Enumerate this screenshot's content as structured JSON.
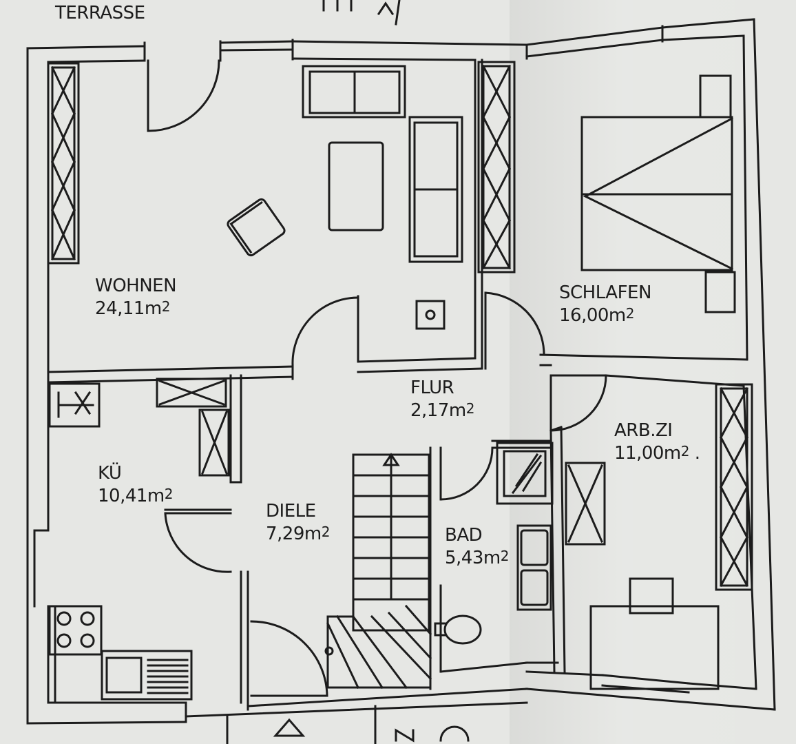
{
  "colors": {
    "paper": "#e6e7e4",
    "ink": "#1c1c1c"
  },
  "top_label": "TERRASSE",
  "rooms": [
    {
      "id": "wohnen",
      "name": "WOHNEN",
      "area": "24,11m2"
    },
    {
      "id": "schlafen",
      "name": "SCHLAFEN",
      "area": "16,00m2"
    },
    {
      "id": "flur",
      "name": "FLUR",
      "area": "2,17m2"
    },
    {
      "id": "arbzi",
      "name": "ARB.ZI",
      "area": "11,00m2 ."
    },
    {
      "id": "kue",
      "name": "KÜ",
      "area": "10,41m2"
    },
    {
      "id": "diele",
      "name": "DIELE",
      "area": "7,29m2"
    },
    {
      "id": "bad",
      "name": "BAD",
      "area": "5,43m2"
    }
  ]
}
